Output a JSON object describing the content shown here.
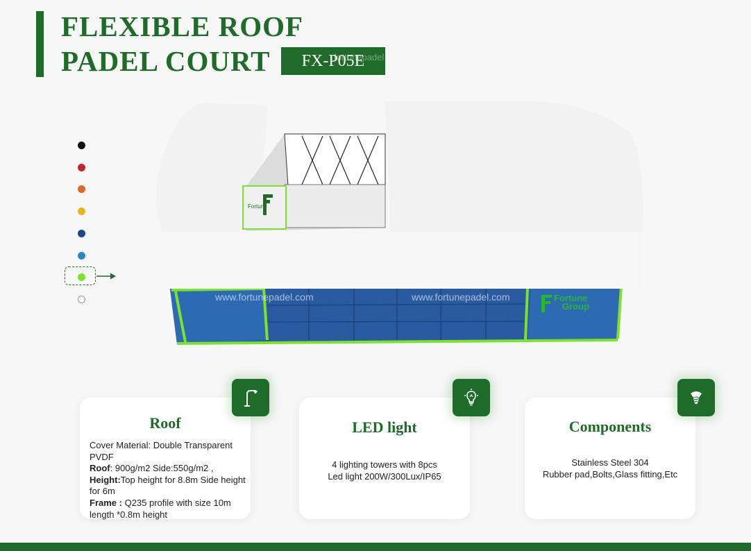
{
  "header": {
    "title_line1": "FLEXIBLE  ROOF",
    "title_line2": "PADEL COURT",
    "model": "FX-P05E",
    "model_watermark": "fortunepadel"
  },
  "color_options": [
    {
      "name": "black",
      "color": "#111111"
    },
    {
      "name": "red",
      "color": "#c0272d"
    },
    {
      "name": "orange",
      "color": "#e0672b"
    },
    {
      "name": "yellow",
      "color": "#e8b51a"
    },
    {
      "name": "navy",
      "color": "#1a4a8e"
    },
    {
      "name": "blue",
      "color": "#2d86c4"
    },
    {
      "name": "lime",
      "color": "#7ee12d"
    },
    {
      "name": "white",
      "color": "#ffffff"
    }
  ],
  "selected_color": "lime",
  "court": {
    "watermark": "www.fortunepadel.com",
    "brand_line1": "Fortune",
    "brand_line2": "Group",
    "frame_color": "#7ee12d",
    "floor_color": "#2a5aa0",
    "roof_color": "#f2f2f2"
  },
  "cards": {
    "roof": {
      "title": "Roof",
      "cover": "Cover Material: Double Transparent PVDF",
      "roof_label": "Roof",
      "roof_value": ": 900g/m2  Side:550g/m2 ,",
      "height_label": "Height:",
      "height_value": "Top height for 8.8m Side height for 6m",
      "frame_label": "Frame :",
      "frame_value": " Q235 profile with size 10m length *0.8m height"
    },
    "led": {
      "title": "LED light",
      "line1": "4 lighting towers with 8pcs",
      "line2": "Led light 200W/300Lux/IP65"
    },
    "components": {
      "title": "Components",
      "line1": "Stainless Steel 304",
      "line2": "Rubber pad,Bolts,Glass fitting,Etc"
    }
  },
  "colors": {
    "brand_green": "#1e6b2a",
    "background": "#f7f7f7"
  }
}
